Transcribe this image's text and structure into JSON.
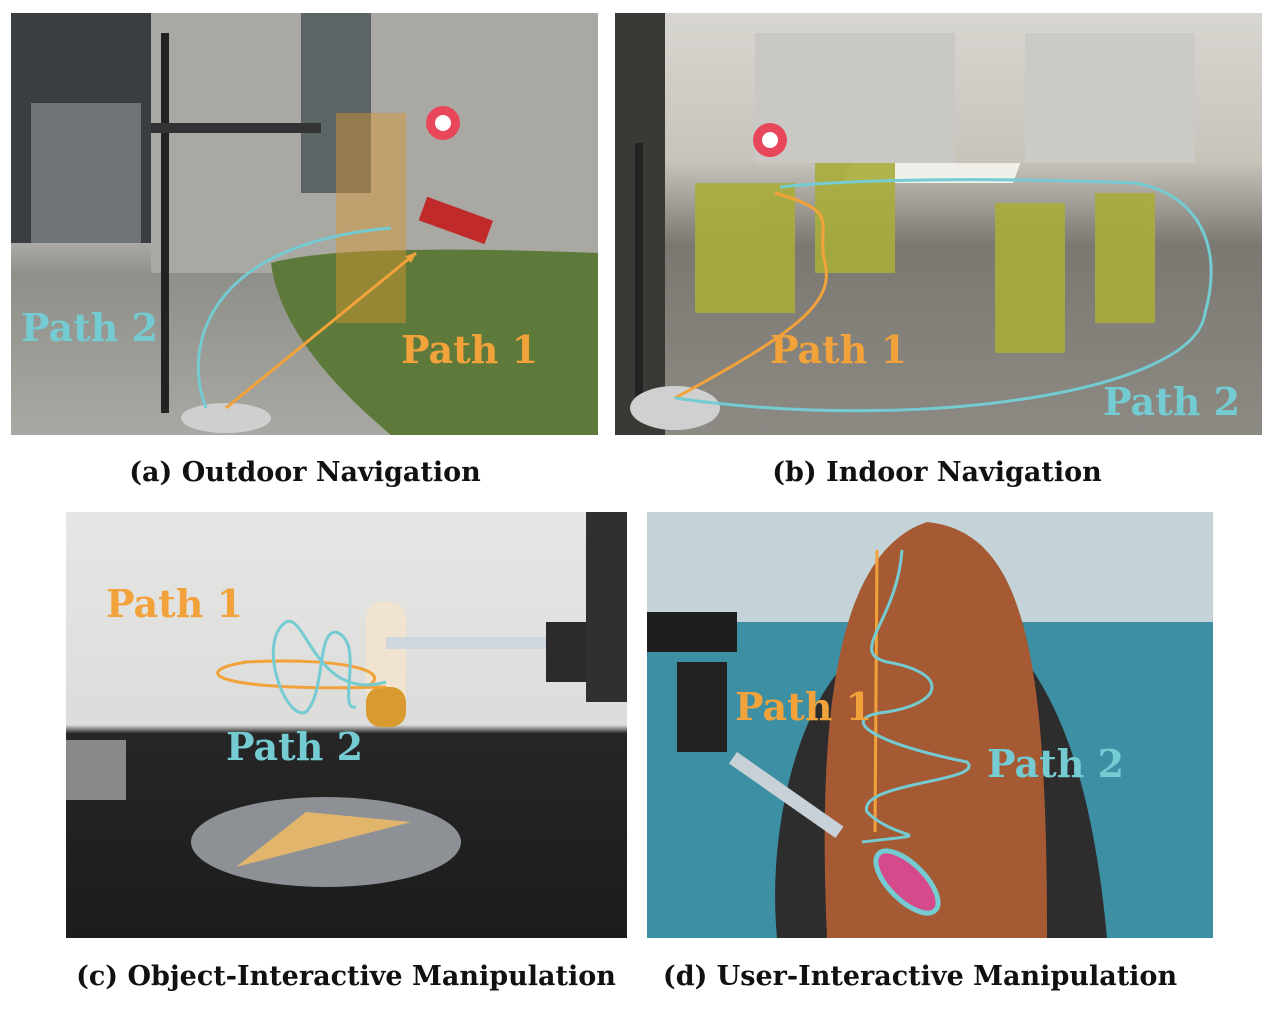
{
  "colors": {
    "path1": "#f2a23a",
    "path2": "#74cbd2"
  },
  "panels": [
    {
      "caption": "(a) Outdoor Navigation",
      "path1_label": "Path 1",
      "path2_label": "Path 2"
    },
    {
      "caption": "(b) Indoor Navigation",
      "path1_label": "Path 1",
      "path2_label": "Path 2"
    },
    {
      "caption": "(c) Object-Interactive Manipulation",
      "path1_label": "Path 1",
      "path2_label": "Path 2"
    },
    {
      "caption": "(d) User-Interactive Manipulation",
      "path1_label": "Path 1",
      "path2_label": "Path 2"
    }
  ]
}
